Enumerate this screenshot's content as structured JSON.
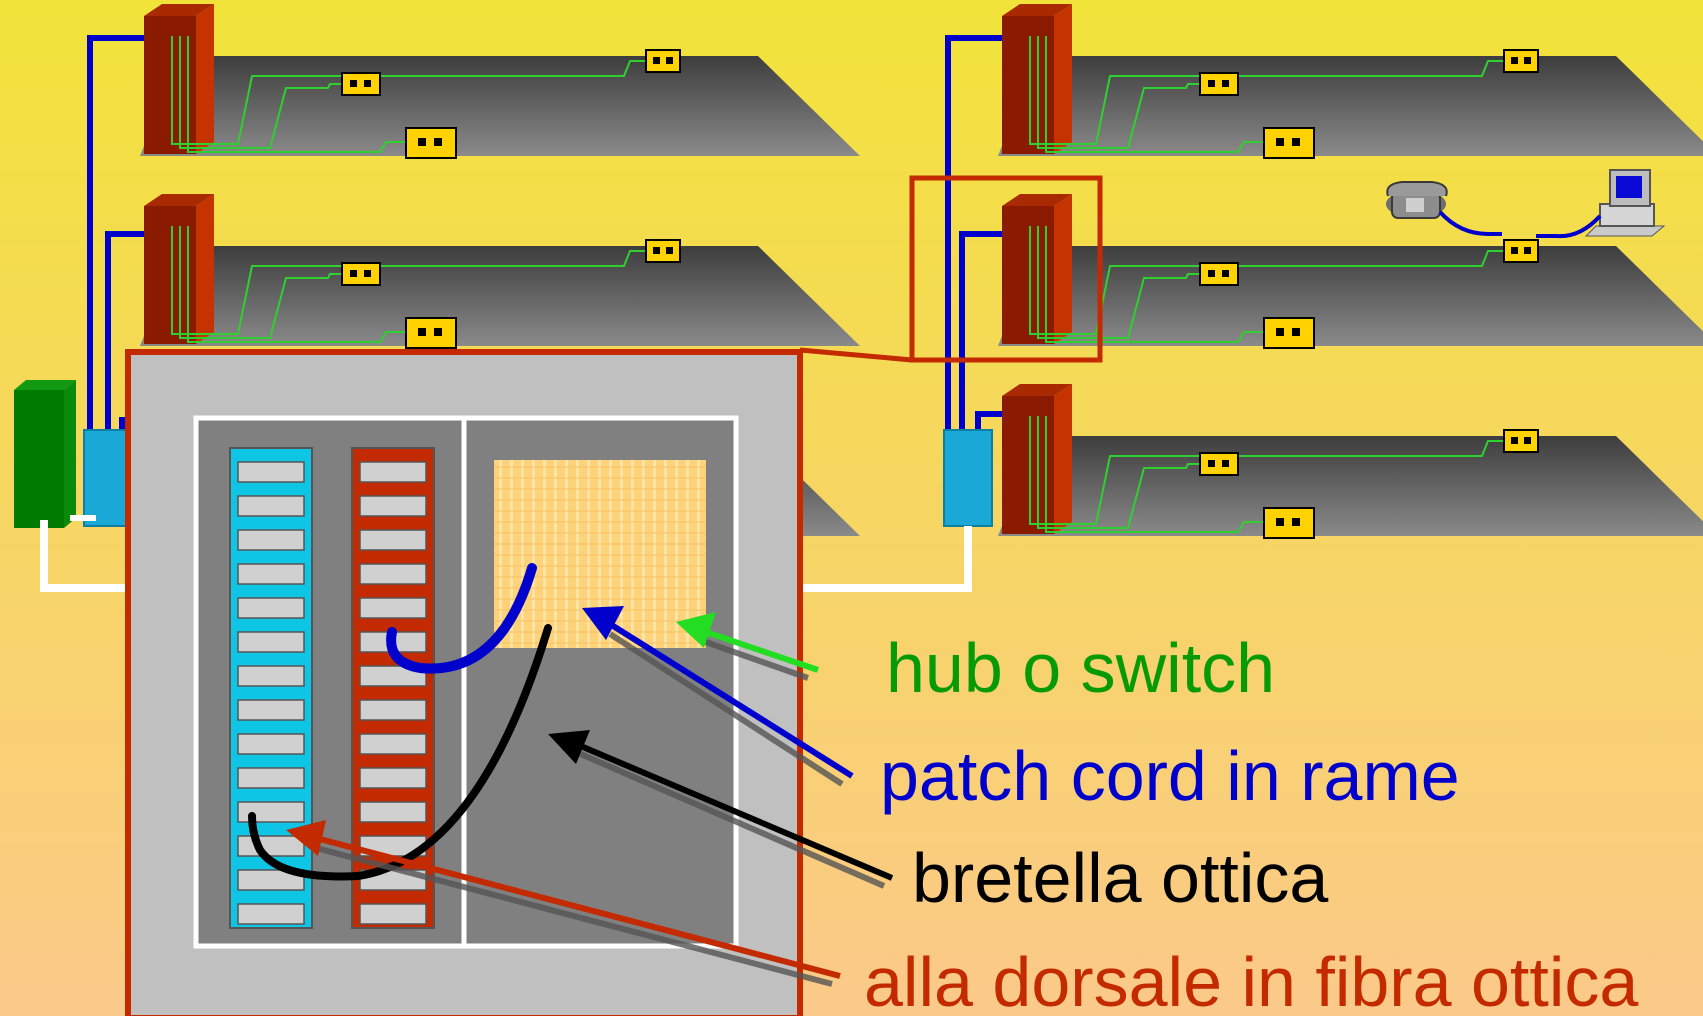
{
  "labels": {
    "hub": "hub o switch",
    "patch": "patch cord in rame",
    "bretella": "bretella ottica",
    "dorsale": "alla dorsale in fibra ottica"
  },
  "colors": {
    "background_top": "#f2e33a",
    "background_bottom": "#fbc98a",
    "hub": "#079a07",
    "patch": "#0000cc",
    "bretella": "#000000",
    "dorsale": "#c42a00",
    "rack": "#8a1a00",
    "outlet": "#ffd200",
    "uplink": "#0000cc",
    "horizontal_cable": "#2fcf2f",
    "fiber_panel": "#0ec5e6",
    "copper_panel": "#c42a00"
  },
  "icons": [
    "telephone-icon",
    "computer-icon",
    "network-outlet-icon",
    "rack-cabinet-icon"
  ]
}
